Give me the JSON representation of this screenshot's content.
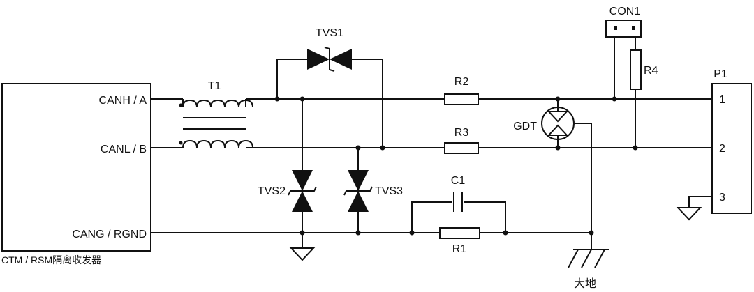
{
  "transceiver": {
    "caption": "CTM / RSM隔离收发器",
    "pins": [
      "CANH / A",
      "CANL / B",
      "CANG / RGND"
    ]
  },
  "components": {
    "transformer": "T1",
    "tvs1": "TVS1",
    "tvs2": "TVS2",
    "tvs3": "TVS3",
    "r1": "R1",
    "r2": "R2",
    "r3": "R3",
    "r4": "R4",
    "c1": "C1",
    "gdt": "GDT",
    "jumper": "CON1"
  },
  "connector": {
    "label": "P1",
    "pins": [
      "1",
      "2",
      "3"
    ]
  },
  "earth_label": "大地",
  "colors": {
    "ink": "#111111",
    "background": "#ffffff"
  }
}
